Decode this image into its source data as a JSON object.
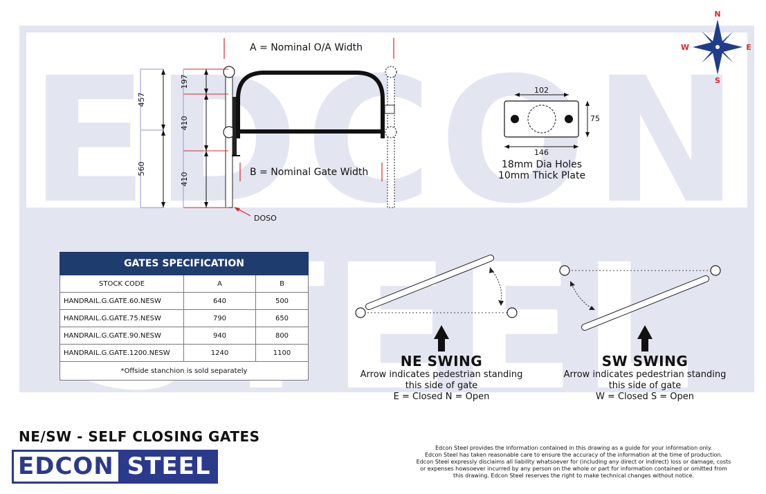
{
  "watermark": {
    "line1": "EDCON",
    "line2": "STEEL",
    "color": "#e3e6f1"
  },
  "compass": {
    "n": "N",
    "s": "S",
    "e": "E",
    "w": "W",
    "blue": "#1f3c8c",
    "red": "#d62828"
  },
  "gate_drawing": {
    "label_a": "A = Nominal O/A Width",
    "label_b": "B = Nominal Gate Width",
    "doso": "DOSO",
    "dim_457": "457",
    "dim_560": "560",
    "dim_197": "197",
    "dim_410a": "410",
    "dim_410b": "410"
  },
  "plate": {
    "width_top": "102",
    "height": "75",
    "width_bottom": "146",
    "holes_note": "18mm Dia Holes",
    "thickness_note": "10mm Thick Plate"
  },
  "spec_table": {
    "title": "GATES SPECIFICATION",
    "headers": [
      "STOCK CODE",
      "A",
      "B"
    ],
    "rows": [
      [
        "HANDRAIL.G.GATE.60.NESW",
        "640",
        "500"
      ],
      [
        "HANDRAIL.G.GATE.75.NESW",
        "790",
        "650"
      ],
      [
        "HANDRAIL.G.GATE.90.NESW",
        "940",
        "800"
      ],
      [
        "HANDRAIL.G.GATE.1200.NESW",
        "1240",
        "1100"
      ]
    ],
    "note": "*Offside stanchion is sold separately"
  },
  "ne_swing": {
    "title": "NE SWING",
    "line1": "Arrow indicates pedestrian standing",
    "line2": "this side of gate",
    "line3": "E = Closed N = Open"
  },
  "sw_swing": {
    "title": "SW SWING",
    "line1": "Arrow indicates pedestrian standing",
    "line2": "this side of gate",
    "line3": "W = Closed S = Open"
  },
  "page_title": "NE/SW - SELF CLOSING GATES",
  "logo": {
    "left": "EDCON",
    "right": "STEEL",
    "color": "#2a3a8c"
  },
  "disclaimer": [
    "Edcon Steel provides the information contained in this drawing as a guide for your information only.",
    "Edcon Steel has taken reasonable care to ensure the accuracy of the information at the time of production.",
    "Edcon Steel expressly disclaims all liability whatsoever for (including any direct or indirect) loss or damage, costs",
    "or expenses  howsoever incurred by any person on the whole or part for information contained or omitted from",
    "this drawing. Edcon Steel reserves the right to make technical changes without notice."
  ]
}
